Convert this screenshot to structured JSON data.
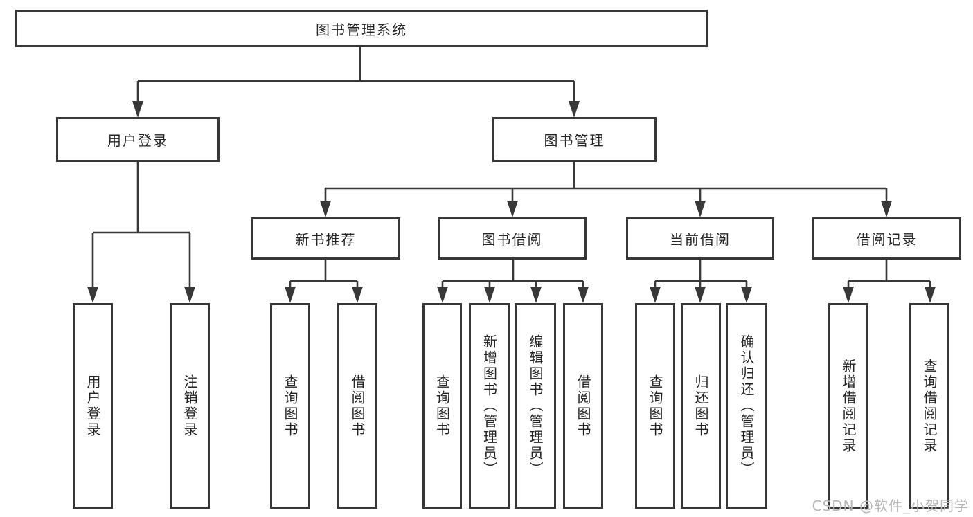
{
  "colors": {
    "line": "#383838",
    "box_border": "#383838",
    "text": "#262626",
    "background": "#ffffff",
    "watermark": "#b5b5b5"
  },
  "nodes": {
    "root": "图书管理系统",
    "user_login": "用户登录",
    "book_mgmt": "图书管理",
    "new_book_rec": "新书推荐",
    "book_borrow": "图书借阅",
    "current_borrow": "当前借阅",
    "borrow_records": "借阅记录",
    "leaf_user_login": "用户登录",
    "leaf_logout": "注销登录",
    "leaf_query_book_rec": "查询图书",
    "leaf_borrow_book_rec": "借阅图书",
    "leaf_query_book_borrow": "查询图书",
    "leaf_add_book_admin": "新增图书（管理员）",
    "leaf_edit_book_admin": "编辑图书（管理员）",
    "leaf_borrow_book_borrow": "借阅图书",
    "leaf_query_book_current": "查询图书",
    "leaf_return_book": "归还图书",
    "leaf_confirm_return_admin": "确认归还（管理员）",
    "leaf_add_borrow_record": "新增借阅记录",
    "leaf_query_borrow_record": "查询借阅记录"
  },
  "watermark": "CSDN @软件_小贺同学"
}
